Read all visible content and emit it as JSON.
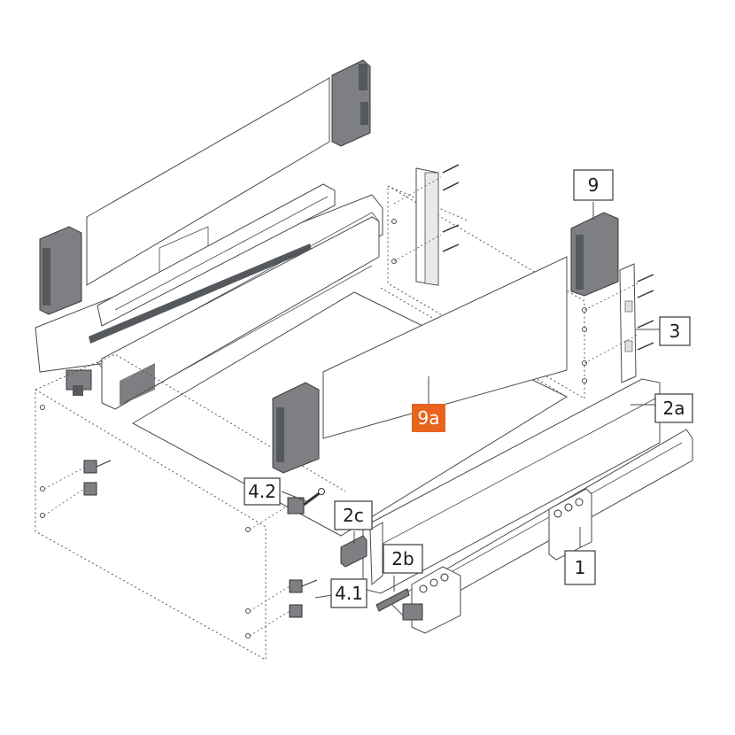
{
  "labels": {
    "l9": "9",
    "l3": "3",
    "l2a": "2a",
    "l9a": "9a",
    "l42": "4.2",
    "l2c": "2c",
    "l2b": "2b",
    "l1": "1",
    "l41": "4.1"
  },
  "colors": {
    "line": "#4a4a4a",
    "panel_fill": "#ffffff",
    "gray_part": "#7d7f82",
    "gray_dark": "#55585c",
    "highlight": "#e8641e"
  }
}
